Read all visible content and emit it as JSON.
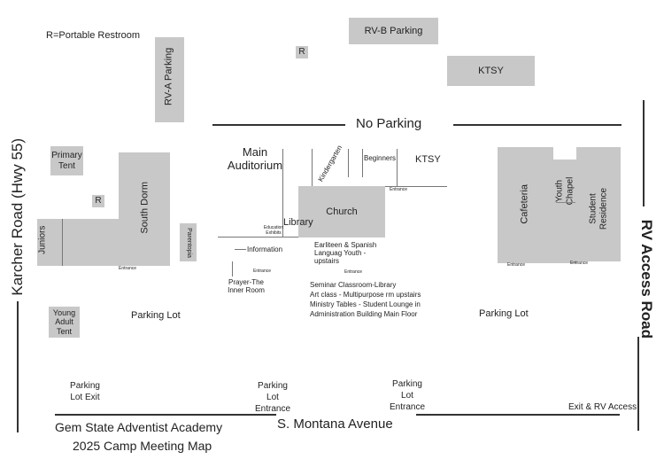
{
  "legend": "R=Portable Restroom",
  "roads": {
    "karcher": "Karcher Road (Hwy 55)",
    "rv_access": "RV Access Road",
    "montana": "S. Montana Avenue",
    "no_parking": "No Parking"
  },
  "buildings": {
    "rva": "RV-A Parking",
    "restroom": "R",
    "rvb": "RV-B Parking",
    "ktsy_top": "KTSY",
    "primary": "Primary Tent",
    "south_dorm": "South Dorm",
    "juniors": "Juniors",
    "parentopia": "Parentopia",
    "young_adult": "Young Adult Tent",
    "main_aud": "Main Auditorium",
    "kindergarten": "Kindergarten",
    "beginners": "Beginners",
    "ktsy": "KTSY",
    "church": "Church",
    "library": "Library",
    "education": "Education Exhibits",
    "information": "Information",
    "prayer": "Prayer-The Inner Room",
    "earliteen": "Earliteen & Spanish Languag Youth - upstairs",
    "seminar": "Seminar Classroom-Library",
    "art": "Art class - Multipurpose rm upstairs",
    "ministry": "Ministry Tables - Student Lounge in",
    "admin": "Administration Building Main Floor",
    "cafeteria": "Cafeteria",
    "youth_chapel": "Youth Chapel",
    "student_res": "Student Residence"
  },
  "entrance": "Entrance",
  "parking": {
    "lot": "Parking Lot",
    "exit": "Parking Lot Exit",
    "lot_entrance": "Parking Lot Entrance",
    "exit_rv": "Exit & RV Access"
  },
  "title": {
    "line1": "Gem State Adventist Academy",
    "line2": "2025 Camp Meeting Map"
  }
}
